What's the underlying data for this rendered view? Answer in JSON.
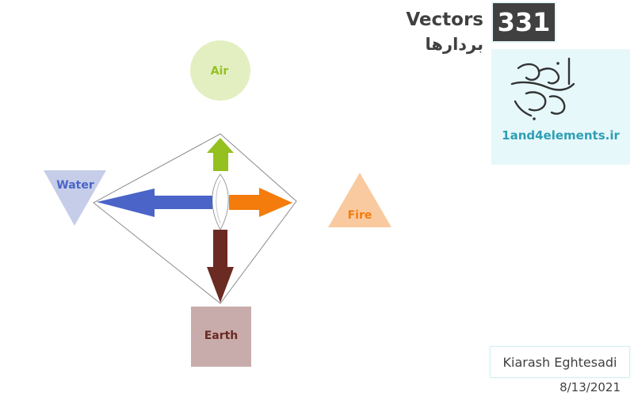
{
  "header": {
    "title_en": "Vectors",
    "title_fa": "بردارها",
    "number": "331"
  },
  "logo": {
    "url": "1and4elements.ir"
  },
  "author": "Kiarash Eghtesadi",
  "date": "8/13/2021",
  "elements": {
    "air": {
      "label": "Air",
      "color": "#94c11f",
      "fill": "#e3efc1"
    },
    "water": {
      "label": "Water",
      "color": "#4a64c8",
      "fill": "#c5cde9"
    },
    "fire": {
      "label": "Fire",
      "color": "#f37c0c",
      "fill": "#f9caa0"
    },
    "earth": {
      "label": "Earth",
      "color": "#6b2a22",
      "fill": "#c8acac"
    }
  }
}
